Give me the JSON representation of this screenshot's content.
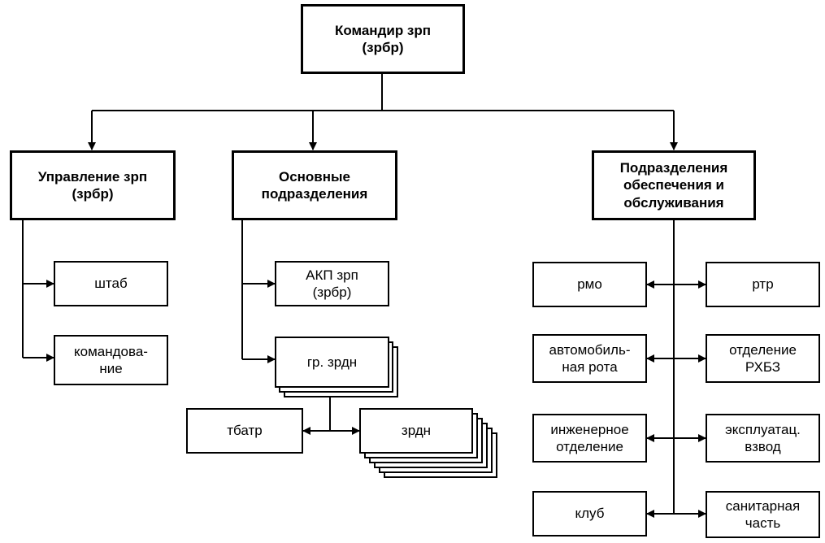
{
  "nodes": {
    "commander": "Командир зрп\n(зрбр)",
    "management": "Управление зрп\n(зрбр)",
    "main_units": "Основные\nподразделения",
    "support_units": "Подразделения\nобеспечения и\nобслуживания",
    "staff": "штаб",
    "command": "командова-\nние",
    "akp": "АКП зрп\n(зрбр)",
    "gr_zrdn": "гр. зрдн",
    "tbatr": "тбатр",
    "zrdn": "зрдн",
    "rmo": "рмо",
    "rtr": "ртр",
    "auto_company": "автомобиль-\nная рота",
    "rhbz": "отделение\nРХБЗ",
    "engineer": "инженерное\nотделение",
    "exploit_platoon": "эксплуатац.\nвзвод",
    "club": "клуб",
    "medical": "санитарная\nчасть"
  }
}
